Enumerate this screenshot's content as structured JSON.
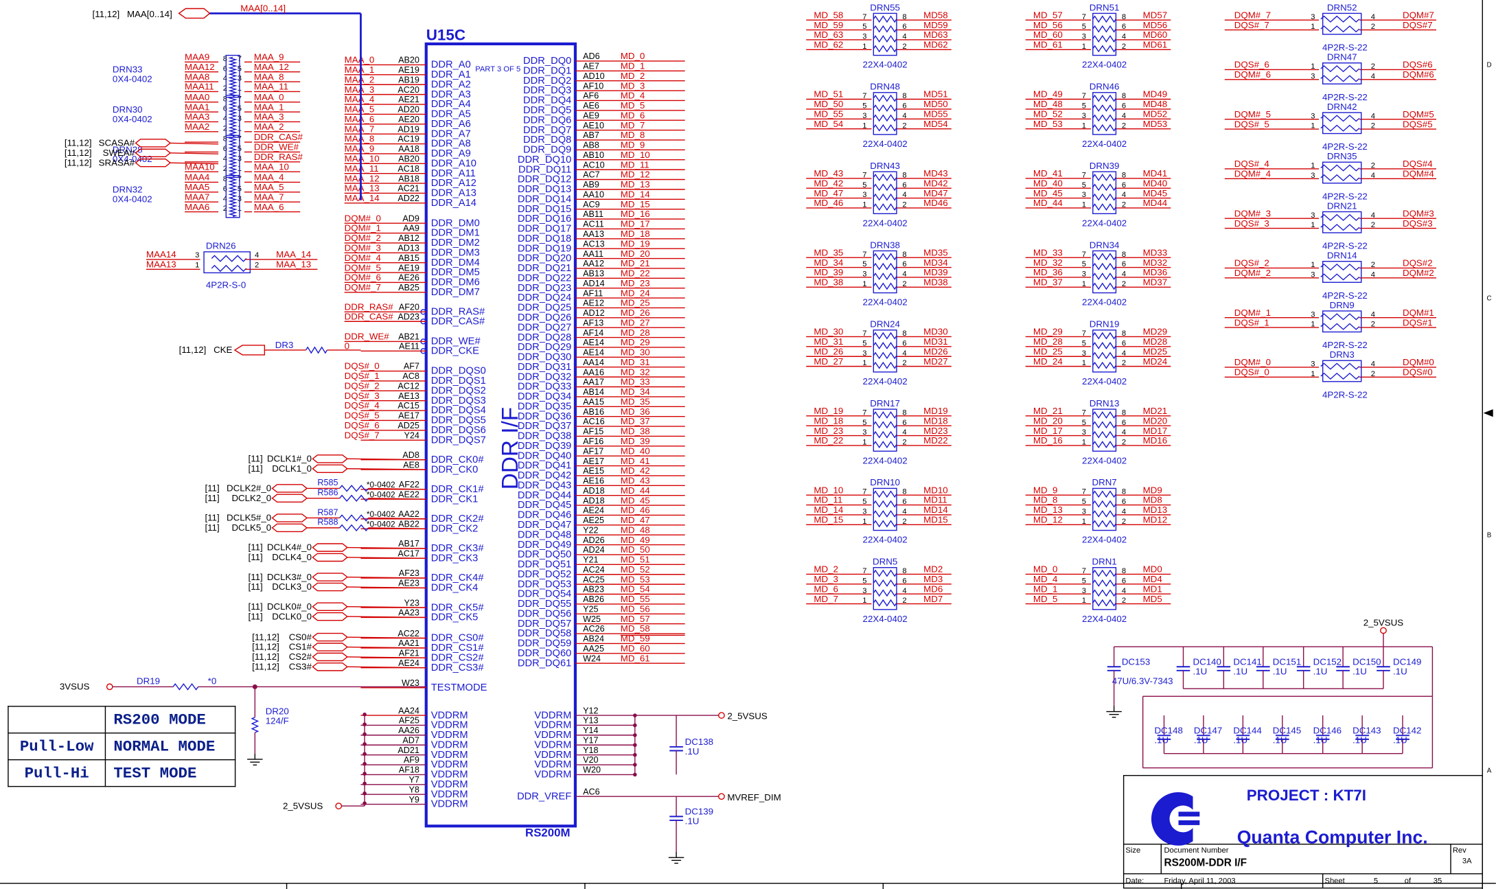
{
  "chip": {
    "ref": "U15C",
    "part": "PART 3 OF 5",
    "label": "DDR I/F",
    "device": "RS200M"
  },
  "left_pins": [
    {
      "name": "DDR_A0",
      "num": "AB20",
      "net": "MAA_0"
    },
    {
      "name": "DDR_A1",
      "num": "AE19",
      "net": "MAA_1"
    },
    {
      "name": "DDR_A2",
      "num": "AB19",
      "net": "MAA_2"
    },
    {
      "name": "DDR_A3",
      "num": "AC20",
      "net": "MAA_3"
    },
    {
      "name": "DDR_A4",
      "num": "AE21",
      "net": "MAA_4"
    },
    {
      "name": "DDR_A5",
      "num": "AD20",
      "net": "MAA_5"
    },
    {
      "name": "DDR_A6",
      "num": "AE20",
      "net": "MAA_6"
    },
    {
      "name": "DDR_A7",
      "num": "AD19",
      "net": "MAA_7"
    },
    {
      "name": "DDR_A8",
      "num": "AC19",
      "net": "MAA_8"
    },
    {
      "name": "DDR_A9",
      "num": "AA18",
      "net": "MAA_9"
    },
    {
      "name": "DDR_A10",
      "num": "AB20",
      "net": "MAA_10"
    },
    {
      "name": "DDR_A11",
      "num": "AC18",
      "net": "MAA_11"
    },
    {
      "name": "DDR_A12",
      "num": "AB18",
      "net": "MAA_12"
    },
    {
      "name": "DDR_A13",
      "num": "AC21",
      "net": "MAA_13"
    },
    {
      "name": "DDR_A14",
      "num": "AD22",
      "net": "MAA_14"
    },
    {
      "name": "DDR_DM0",
      "num": "AD9",
      "net": "DQM#_0"
    },
    {
      "name": "DDR_DM1",
      "num": "AA9",
      "net": "DQM#_1"
    },
    {
      "name": "DDR_DM2",
      "num": "AB12",
      "net": "DQM#_2"
    },
    {
      "name": "DDR_DM3",
      "num": "AD13",
      "net": "DQM#_3"
    },
    {
      "name": "DDR_DM4",
      "num": "AB15",
      "net": "DQM#_4"
    },
    {
      "name": "DDR_DM5",
      "num": "AE19",
      "net": "DQM#_5"
    },
    {
      "name": "DDR_DM6",
      "num": "AE26",
      "net": "DQM#_6"
    },
    {
      "name": "DDR_DM7",
      "num": "AB25",
      "net": "DQM#_7"
    },
    {
      "name": "DDR_RAS#",
      "num": "AF20",
      "net": "DDR_RAS#"
    },
    {
      "name": "DDR_CAS#",
      "num": "AD23",
      "net": "DDR_CAS#"
    },
    {
      "name": "DDR_WE#",
      "num": "AB21",
      "net": "DDR_WE#"
    },
    {
      "name": "DDR_CKE",
      "num": "AE11",
      "net": "0"
    },
    {
      "name": "DDR_DQS0",
      "num": "AF7",
      "net": "DQS#_0"
    },
    {
      "name": "DDR_DQS1",
      "num": "AC8",
      "net": "DQS#_1"
    },
    {
      "name": "DDR_DQS2",
      "num": "AC12",
      "net": "DQS#_2"
    },
    {
      "name": "DDR_DQS3",
      "num": "AE13",
      "net": "DQS#_3"
    },
    {
      "name": "DDR_DQS4",
      "num": "AC15",
      "net": "DQS#_4"
    },
    {
      "name": "DDR_DQS5",
      "num": "AE17",
      "net": "DQS#_5"
    },
    {
      "name": "DDR_DQS6",
      "num": "AD25",
      "net": "DQS#_6"
    },
    {
      "name": "DDR_DQS7",
      "num": "Y24",
      "net": "DQS#_7"
    },
    {
      "name": "DDR_CK0#",
      "num": "AD8",
      "net": ""
    },
    {
      "name": "DDR_CK0",
      "num": "AE8",
      "net": ""
    },
    {
      "name": "DDR_CK1#",
      "num": "AF22",
      "net": ""
    },
    {
      "name": "DDR_CK1",
      "num": "AE22",
      "net": ""
    },
    {
      "name": "DDR_CK2#",
      "num": "AA22",
      "net": ""
    },
    {
      "name": "DDR_CK2",
      "num": "AB22",
      "net": ""
    },
    {
      "name": "DDR_CK3#",
      "num": "AB17",
      "net": ""
    },
    {
      "name": "DDR_CK3",
      "num": "AC17",
      "net": ""
    },
    {
      "name": "DDR_CK4#",
      "num": "AF23",
      "net": ""
    },
    {
      "name": "DDR_CK4",
      "num": "AE23",
      "net": ""
    },
    {
      "name": "DDR_CK5#",
      "num": "Y23",
      "net": ""
    },
    {
      "name": "DDR_CK5",
      "num": "AA23",
      "net": ""
    },
    {
      "name": "DDR_CS0#",
      "num": "AC22",
      "net": ""
    },
    {
      "name": "DDR_CS1#",
      "num": "AA21",
      "net": ""
    },
    {
      "name": "DDR_CS2#",
      "num": "AF21",
      "net": ""
    },
    {
      "name": "DDR_CS3#",
      "num": "AE24",
      "net": ""
    },
    {
      "name": "TESTMODE",
      "num": "W23",
      "net": ""
    },
    {
      "name": "VDDRM",
      "num": "AA24",
      "net": ""
    },
    {
      "name": "VDDRM",
      "num": "AF25",
      "net": ""
    },
    {
      "name": "VDDRM",
      "num": "AA26",
      "net": ""
    },
    {
      "name": "VDDRM",
      "num": "AD7",
      "net": ""
    },
    {
      "name": "VDDRM",
      "num": "AD21",
      "net": ""
    },
    {
      "name": "VDDRM",
      "num": "AF9",
      "net": ""
    },
    {
      "name": "VDDRM",
      "num": "AF18",
      "net": ""
    },
    {
      "name": "VDDRM",
      "num": "Y7",
      "net": ""
    },
    {
      "name": "VDDRM",
      "num": "Y8",
      "net": ""
    },
    {
      "name": "VDDRM",
      "num": "Y9",
      "net": ""
    }
  ],
  "dq_pins": [
    "AD6",
    "AE7",
    "AD10",
    "AF10",
    "AF6",
    "AE6",
    "AE9",
    "AE10",
    "AB7",
    "AB8",
    "AB10",
    "AC10",
    "AC7",
    "AB9",
    "AA10",
    "AC9",
    "AB11",
    "AC11",
    "AA13",
    "AC13",
    "AA11",
    "AA12",
    "AB13",
    "AD14",
    "AF11",
    "AE12",
    "AD12",
    "AF13",
    "AF14",
    "AE14",
    "AE14",
    "AA14",
    "AA16",
    "AA17",
    "AB14",
    "AA15",
    "AB16",
    "AC16",
    "AF15",
    "AF16",
    "AF17",
    "AE17",
    "AE15",
    "AE16",
    "AD18",
    "AD18",
    "AE24",
    "AE25",
    "Y22",
    "AD26",
    "AD24",
    "Y21",
    "AC24",
    "AC25",
    "AB23",
    "AB26",
    "Y25",
    "W25",
    "AC26",
    "AB24",
    "AA25",
    "W24"
  ],
  "right_vddrm_pins": [
    "Y12",
    "Y13",
    "Y14",
    "Y17",
    "Y18",
    "V20",
    "W20"
  ],
  "vref": {
    "pin": "AC6",
    "name": "DDR_VREF",
    "net": "MVREF_DIM"
  },
  "bus": {
    "label": "MAA[0..14]",
    "ref": "[11,12]",
    "prefix": "MAA["
  },
  "cke": {
    "label": "CKE",
    "ref": "[11,12]",
    "res": "DR3",
    "val": "0"
  },
  "clock_ports": [
    {
      "ref": "[11]",
      "net": "DCLK1#_0"
    },
    {
      "ref": "[11]",
      "net": "DCLK1_0"
    },
    {
      "ref": "[11]",
      "net": "DCLK2#_0"
    },
    {
      "ref": "[11]",
      "net": "DCLK2_0"
    },
    {
      "ref": "[11]",
      "net": "DCLK5#_0"
    },
    {
      "ref": "[11]",
      "net": "DCLK5_0"
    },
    {
      "ref": "[11]",
      "net": "DCLK4#_0"
    },
    {
      "ref": "[11]",
      "net": "DCLK4_0"
    },
    {
      "ref": "[11]",
      "net": "DCLK3#_0"
    },
    {
      "ref": "[11]",
      "net": "DCLK3_0"
    },
    {
      "ref": "[11]",
      "net": "DCLK0#_0"
    },
    {
      "ref": "[11]",
      "net": "DCLK0_0"
    }
  ],
  "series_res": [
    {
      "ref": "R585",
      "val": "*0-0402"
    },
    {
      "ref": "R586",
      "val": "*0-0402"
    },
    {
      "ref": "R587",
      "val": "*0-0402"
    },
    {
      "ref": "R588",
      "val": "*0-0402"
    }
  ],
  "cs_ports": [
    {
      "ref": "[11,12]",
      "net": "CS0#"
    },
    {
      "ref": "[11,12]",
      "net": "CS1#"
    },
    {
      "ref": "[11,12]",
      "net": "CS2#"
    },
    {
      "ref": "[11,12]",
      "net": "CS3#"
    }
  ],
  "vsus3": {
    "net": "3VSUS",
    "res": "DR19",
    "val": "*0",
    "pd_ref": "DR20",
    "pd_val": "124/F"
  },
  "vsus25": "2_5VSUS",
  "mode_table": {
    "header": "RS200 MODE",
    "rows": [
      {
        "k": "Pull-Low",
        "v": "NORMAL MODE"
      },
      {
        "k": "Pull-Hi",
        "v": "TEST MODE"
      }
    ]
  },
  "left_arrays": [
    {
      "ref": "DRN33",
      "val": "0X4-0402",
      "pins": [
        {
          "l": "MAA9",
          "r": "MAA_9",
          "a": "8",
          "b": "7"
        },
        {
          "l": "MAA12",
          "r": "MAA_12",
          "a": "6",
          "b": "5"
        },
        {
          "l": "MAA8",
          "r": "MAA_8",
          "a": "4",
          "b": "3"
        },
        {
          "l": "MAA11",
          "r": "MAA_11",
          "a": "2",
          "b": "1"
        }
      ]
    },
    {
      "ref": "DRN30",
      "val": "0X4-0402",
      "pins": [
        {
          "l": "MAA0",
          "r": "MAA_0",
          "a": "8",
          "b": "7"
        },
        {
          "l": "MAA1",
          "r": "MAA_1",
          "a": "6",
          "b": "5"
        },
        {
          "l": "MAA3",
          "r": "MAA_3",
          "a": "4",
          "b": "3"
        },
        {
          "l": "MAA2",
          "r": "MAA_2",
          "a": "2",
          "b": "1"
        }
      ]
    },
    {
      "ref": "DRN28",
      "val": "0X4-0402",
      "pins": [
        {
          "l": "",
          "r": "DDR_CAS#",
          "a": "8",
          "b": "7"
        },
        {
          "l": "",
          "r": "DDR_WE#",
          "a": "6",
          "b": "5"
        },
        {
          "l": "",
          "r": "DDR_RAS#",
          "a": "4",
          "b": "3"
        },
        {
          "l": "MAA10",
          "r": "MAA_10",
          "a": "2",
          "b": "1"
        }
      ]
    },
    {
      "ref": "DRN32",
      "val": "0X4-0402",
      "pins": [
        {
          "l": "MAA4",
          "r": "MAA_4",
          "a": "8",
          "b": "7"
        },
        {
          "l": "MAA5",
          "r": "MAA_5",
          "a": "6",
          "b": "5"
        },
        {
          "l": "MAA7",
          "r": "MAA_7",
          "a": "4",
          "b": "3"
        },
        {
          "l": "MAA6",
          "r": "MAA_6",
          "a": "2",
          "b": "1"
        }
      ]
    }
  ],
  "ctrl_ports": [
    {
      "ref": "[11,12]",
      "net": "SCASA#"
    },
    {
      "ref": "[11,12]",
      "net": "SWEA#"
    },
    {
      "ref": "[11,12]",
      "net": "SRASA#"
    }
  ],
  "drn26": {
    "ref": "DRN26",
    "val": "4P2R-S-0",
    "pins": [
      {
        "l": "MAA14",
        "r": "MAA_14",
        "a": "3",
        "b": "4"
      },
      {
        "l": "MAA13",
        "r": "MAA_13",
        "a": "1",
        "b": "2"
      }
    ]
  },
  "md_arrays": [
    {
      "ref": "DRN55",
      "val": "22X4-0402",
      "pins": [
        {
          "l": "MD_58",
          "r": "MD58"
        },
        {
          "l": "MD_59",
          "r": "MD59"
        },
        {
          "l": "MD_63",
          "r": "MD63"
        },
        {
          "l": "MD_62",
          "r": "MD62"
        }
      ]
    },
    {
      "ref": "DRN51",
      "val": "22X4-0402",
      "pins": [
        {
          "l": "MD_57",
          "r": "MD57"
        },
        {
          "l": "MD_56",
          "r": "MD56"
        },
        {
          "l": "MD_60",
          "r": "MD60"
        },
        {
          "l": "MD_61",
          "r": "MD61"
        }
      ]
    },
    {
      "ref": "DRN48",
      "val": "22X4-0402",
      "pins": [
        {
          "l": "MD_51",
          "r": "MD51"
        },
        {
          "l": "MD_50",
          "r": "MD50"
        },
        {
          "l": "MD_55",
          "r": "MD55"
        },
        {
          "l": "MD_54",
          "r": "MD54"
        }
      ]
    },
    {
      "ref": "DRN46",
      "val": "22X4-0402",
      "pins": [
        {
          "l": "MD_49",
          "r": "MD49"
        },
        {
          "l": "MD_48",
          "r": "MD48"
        },
        {
          "l": "MD_52",
          "r": "MD52"
        },
        {
          "l": "MD_53",
          "r": "MD53"
        }
      ]
    },
    {
      "ref": "DRN43",
      "val": "22X4-0402",
      "pins": [
        {
          "l": "MD_43",
          "r": "MD43"
        },
        {
          "l": "MD_42",
          "r": "MD42"
        },
        {
          "l": "MD_47",
          "r": "MD47"
        },
        {
          "l": "MD_46",
          "r": "MD46"
        }
      ]
    },
    {
      "ref": "DRN39",
      "val": "22X4-0402",
      "pins": [
        {
          "l": "MD_41",
          "r": "MD41"
        },
        {
          "l": "MD_40",
          "r": "MD40"
        },
        {
          "l": "MD_45",
          "r": "MD45"
        },
        {
          "l": "MD_44",
          "r": "MD44"
        }
      ]
    },
    {
      "ref": "DRN38",
      "val": "22X4-0402",
      "pins": [
        {
          "l": "MD_35",
          "r": "MD35"
        },
        {
          "l": "MD_34",
          "r": "MD34"
        },
        {
          "l": "MD_39",
          "r": "MD39"
        },
        {
          "l": "MD_38",
          "r": "MD38"
        }
      ]
    },
    {
      "ref": "DRN34",
      "val": "22X4-0402",
      "pins": [
        {
          "l": "MD_33",
          "r": "MD33"
        },
        {
          "l": "MD_32",
          "r": "MD32"
        },
        {
          "l": "MD_36",
          "r": "MD36"
        },
        {
          "l": "MD_37",
          "r": "MD37"
        }
      ]
    },
    {
      "ref": "DRN24",
      "val": "22X4-0402",
      "pins": [
        {
          "l": "MD_30",
          "r": "MD30"
        },
        {
          "l": "MD_31",
          "r": "MD31"
        },
        {
          "l": "MD_26",
          "r": "MD26"
        },
        {
          "l": "MD_27",
          "r": "MD27"
        }
      ]
    },
    {
      "ref": "DRN19",
      "val": "22X4-0402",
      "pins": [
        {
          "l": "MD_29",
          "r": "MD29"
        },
        {
          "l": "MD_28",
          "r": "MD28"
        },
        {
          "l": "MD_25",
          "r": "MD25"
        },
        {
          "l": "MD_24",
          "r": "MD24"
        }
      ]
    },
    {
      "ref": "DRN17",
      "val": "22X4-0402",
      "pins": [
        {
          "l": "MD_19",
          "r": "MD19"
        },
        {
          "l": "MD_18",
          "r": "MD18"
        },
        {
          "l": "MD_23",
          "r": "MD23"
        },
        {
          "l": "MD_22",
          "r": "MD22"
        }
      ]
    },
    {
      "ref": "DRN13",
      "val": "22X4-0402",
      "pins": [
        {
          "l": "MD_21",
          "r": "MD21"
        },
        {
          "l": "MD_20",
          "r": "MD20"
        },
        {
          "l": "MD_17",
          "r": "MD17"
        },
        {
          "l": "MD_16",
          "r": "MD16"
        }
      ]
    },
    {
      "ref": "DRN10",
      "val": "22X4-0402",
      "pins": [
        {
          "l": "MD_10",
          "r": "MD10"
        },
        {
          "l": "MD_11",
          "r": "MD11"
        },
        {
          "l": "MD_14",
          "r": "MD14"
        },
        {
          "l": "MD_15",
          "r": "MD15"
        }
      ]
    },
    {
      "ref": "DRN7",
      "val": "22X4-0402",
      "pins": [
        {
          "l": "MD_9",
          "r": "MD9"
        },
        {
          "l": "MD_8",
          "r": "MD8"
        },
        {
          "l": "MD_13",
          "r": "MD13"
        },
        {
          "l": "MD_12",
          "r": "MD12"
        }
      ]
    },
    {
      "ref": "DRN5",
      "val": "22X4-0402",
      "pins": [
        {
          "l": "MD_2",
          "r": "MD2"
        },
        {
          "l": "MD_3",
          "r": "MD3"
        },
        {
          "l": "MD_6",
          "r": "MD6"
        },
        {
          "l": "MD_7",
          "r": "MD7"
        }
      ]
    },
    {
      "ref": "DRN1",
      "val": "22X4-0402",
      "pins": [
        {
          "l": "MD_0",
          "r": "MD0"
        },
        {
          "l": "MD_4",
          "r": "MD4"
        },
        {
          "l": "MD_1",
          "r": "MD1"
        },
        {
          "l": "MD_5",
          "r": "MD5"
        }
      ]
    }
  ],
  "dqs_arrays": [
    {
      "ref": "DRN52",
      "val": "4P2R-S-22",
      "top": {
        "l": "DQM#_7",
        "r": "DQM#7",
        "a": "3",
        "b": "4"
      },
      "bot": {
        "l": "DQS#_7",
        "r": "DQS#7",
        "a": "1",
        "b": "2"
      }
    },
    {
      "ref": "DRN47",
      "val": "4P2R-S-22",
      "top": {
        "l": "DQS#_6",
        "r": "DQS#6",
        "a": "1",
        "b": "2"
      },
      "bot": {
        "l": "DQM#_6",
        "r": "DQM#6",
        "a": "3",
        "b": "4"
      }
    },
    {
      "ref": "DRN42",
      "val": "4P2R-S-22",
      "top": {
        "l": "DQM#_5",
        "r": "DQM#5",
        "a": "3",
        "b": "4"
      },
      "bot": {
        "l": "DQS#_5",
        "r": "DQS#5",
        "a": "1",
        "b": "2"
      }
    },
    {
      "ref": "DRN35",
      "val": "4P2R-S-22",
      "top": {
        "l": "DQS#_4",
        "r": "DQS#4",
        "a": "1",
        "b": "2"
      },
      "bot": {
        "l": "DQM#_4",
        "r": "DQM#4",
        "a": "3",
        "b": "4"
      }
    },
    {
      "ref": "DRN21",
      "val": "4P2R-S-22",
      "top": {
        "l": "DQM#_3",
        "r": "DQM#3",
        "a": "3",
        "b": "4"
      },
      "bot": {
        "l": "DQS#_3",
        "r": "DQS#3",
        "a": "1",
        "b": "2"
      }
    },
    {
      "ref": "DRN14",
      "val": "4P2R-S-22",
      "top": {
        "l": "DQS#_2",
        "r": "DQS#2",
        "a": "1",
        "b": "2"
      },
      "bot": {
        "l": "DQM#_2",
        "r": "DQM#2",
        "a": "3",
        "b": "4"
      }
    },
    {
      "ref": "DRN9",
      "val": "4P2R-S-22",
      "top": {
        "l": "DQM#_1",
        "r": "DQM#1",
        "a": "3",
        "b": "4"
      },
      "bot": {
        "l": "DQS#_1",
        "r": "DQS#1",
        "a": "1",
        "b": "2"
      }
    },
    {
      "ref": "DRN3",
      "val": "4P2R-S-22",
      "top": {
        "l": "DQM#_0",
        "r": "DQM#0",
        "a": "3",
        "b": "4"
      },
      "bot": {
        "l": "DQS#_0",
        "r": "DQS#0",
        "a": "1",
        "b": "2"
      }
    }
  ],
  "caps_top": [
    {
      "ref": "DC153",
      "val": "47U/6.3V-7343"
    },
    {
      "ref": "DC140",
      "val": ".1U"
    },
    {
      "ref": "DC141",
      "val": ".1U"
    },
    {
      "ref": "DC151",
      "val": ".1U"
    },
    {
      "ref": "DC152",
      "val": ".1U"
    },
    {
      "ref": "DC150",
      "val": ".1U"
    },
    {
      "ref": "DC149",
      "val": ".1U"
    }
  ],
  "caps_bot": [
    {
      "ref": "DC148",
      "val": ".1U"
    },
    {
      "ref": "DC147",
      "val": ".1U"
    },
    {
      "ref": "DC144",
      "val": ".1U"
    },
    {
      "ref": "DC145",
      "val": ".1U"
    },
    {
      "ref": "DC146",
      "val": ".1U"
    },
    {
      "ref": "DC143",
      "val": ".1U"
    },
    {
      "ref": "DC142",
      "val": ".1U"
    }
  ],
  "caps_right": [
    {
      "ref": "DC138",
      "val": ".1U"
    },
    {
      "ref": "DC139",
      "val": ".1U"
    }
  ],
  "title_block": {
    "project": "PROJECT : KT7I",
    "company": "Quanta Computer Inc.",
    "size_label": "Size",
    "docnum_label": "Document Number",
    "doc": "RS200M-DDR I/F",
    "rev_label": "Rev",
    "rev": "3A",
    "date_label": "Date:",
    "date": "Friday, April 11, 2003",
    "sheet_label": "Sheet",
    "sheet": "5",
    "of_label": "of",
    "total": "35"
  },
  "zone_letters": [
    "D",
    "C",
    "B",
    "A"
  ],
  "colors": {
    "net": "#d40000",
    "chip": "#1b1bd0",
    "wire": "#8a0d4a",
    "text": "#000000"
  }
}
